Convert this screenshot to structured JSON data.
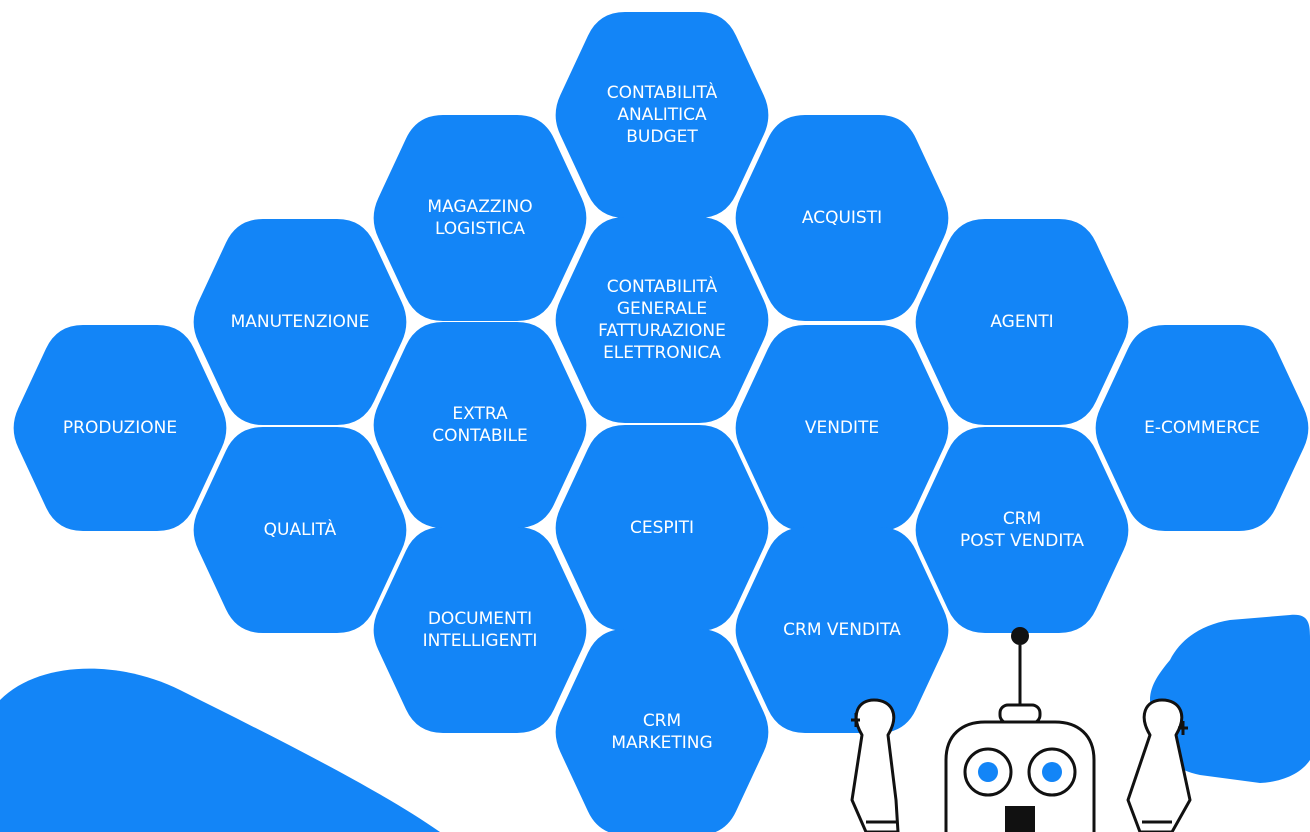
{
  "modules": [
    {
      "id": "contabilita-analitica",
      "lines": [
        "CONTABILITÀ",
        "ANALITICA",
        "BUDGET"
      ]
    },
    {
      "id": "magazzino-logistica",
      "lines": [
        "MAGAZZINO",
        "LOGISTICA"
      ]
    },
    {
      "id": "acquisti",
      "lines": [
        "ACQUISTI"
      ]
    },
    {
      "id": "manutenzione",
      "lines": [
        "MANUTENZIONE"
      ]
    },
    {
      "id": "contabilita-generale",
      "lines": [
        "CONTABILITÀ",
        "GENERALE",
        "FATTURAZIONE",
        "ELETTRONICA"
      ]
    },
    {
      "id": "agenti",
      "lines": [
        "AGENTI"
      ]
    },
    {
      "id": "produzione",
      "lines": [
        "PRODUZIONE"
      ]
    },
    {
      "id": "extra-contabile",
      "lines": [
        "EXTRA",
        "CONTABILE"
      ]
    },
    {
      "id": "vendite",
      "lines": [
        "VENDITE"
      ]
    },
    {
      "id": "e-commerce",
      "lines": [
        "E-COMMERCE"
      ]
    },
    {
      "id": "qualita",
      "lines": [
        "QUALITÀ"
      ]
    },
    {
      "id": "cespiti",
      "lines": [
        "CESPITI"
      ]
    },
    {
      "id": "crm-post-vendita",
      "lines": [
        "CRM",
        "POST VENDITA"
      ]
    },
    {
      "id": "documenti-intelligenti",
      "lines": [
        "DOCUMENTI",
        "INTELLIGENTI"
      ]
    },
    {
      "id": "crm-vendita",
      "lines": [
        "CRM VENDITA"
      ]
    },
    {
      "id": "crm-marketing",
      "lines": [
        "CRM",
        "MARKETING"
      ]
    }
  ],
  "colors": {
    "accent": "#1385f7",
    "outline": "#111111",
    "background": "#ffffff"
  }
}
